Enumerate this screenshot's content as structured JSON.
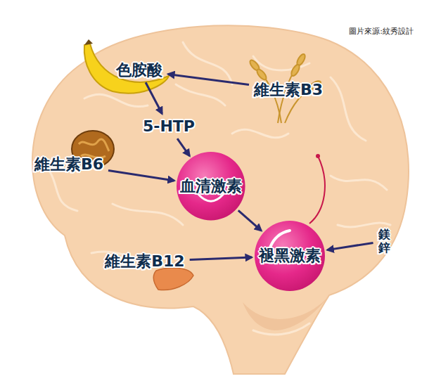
{
  "diagram": {
    "nodes": [
      {
        "text": [
          "色胺酸"
        ]
      },
      {
        "text": [
          "維生素B3"
        ]
      },
      {
        "text": [
          "5-HTP"
        ]
      },
      {
        "text": [
          "維生素B6"
        ]
      },
      {
        "text": [
          "血清激素"
        ]
      },
      {
        "text": [
          "維生素B12"
        ]
      },
      {
        "text": [
          "褪黑激素"
        ]
      },
      {
        "text": [
          "鎂鋅"
        ]
      }
    ],
    "edges": [
      {
        "from": 1,
        "to": 0,
        "arrow": "to"
      },
      {
        "from": 0,
        "to": 2,
        "arrow": "to"
      },
      {
        "from": 2,
        "to": 4,
        "arrow": "to"
      },
      {
        "from": 3,
        "to": 4,
        "arrow": "to"
      },
      {
        "from": 4,
        "to": 6,
        "arrow": "to"
      },
      {
        "from": 5,
        "to": 6,
        "arrow": "to"
      },
      {
        "from": 7,
        "to": 6,
        "arrow": "to"
      }
    ],
    "labels": [
      "圖片來源:紋秀設計"
    ]
  }
}
